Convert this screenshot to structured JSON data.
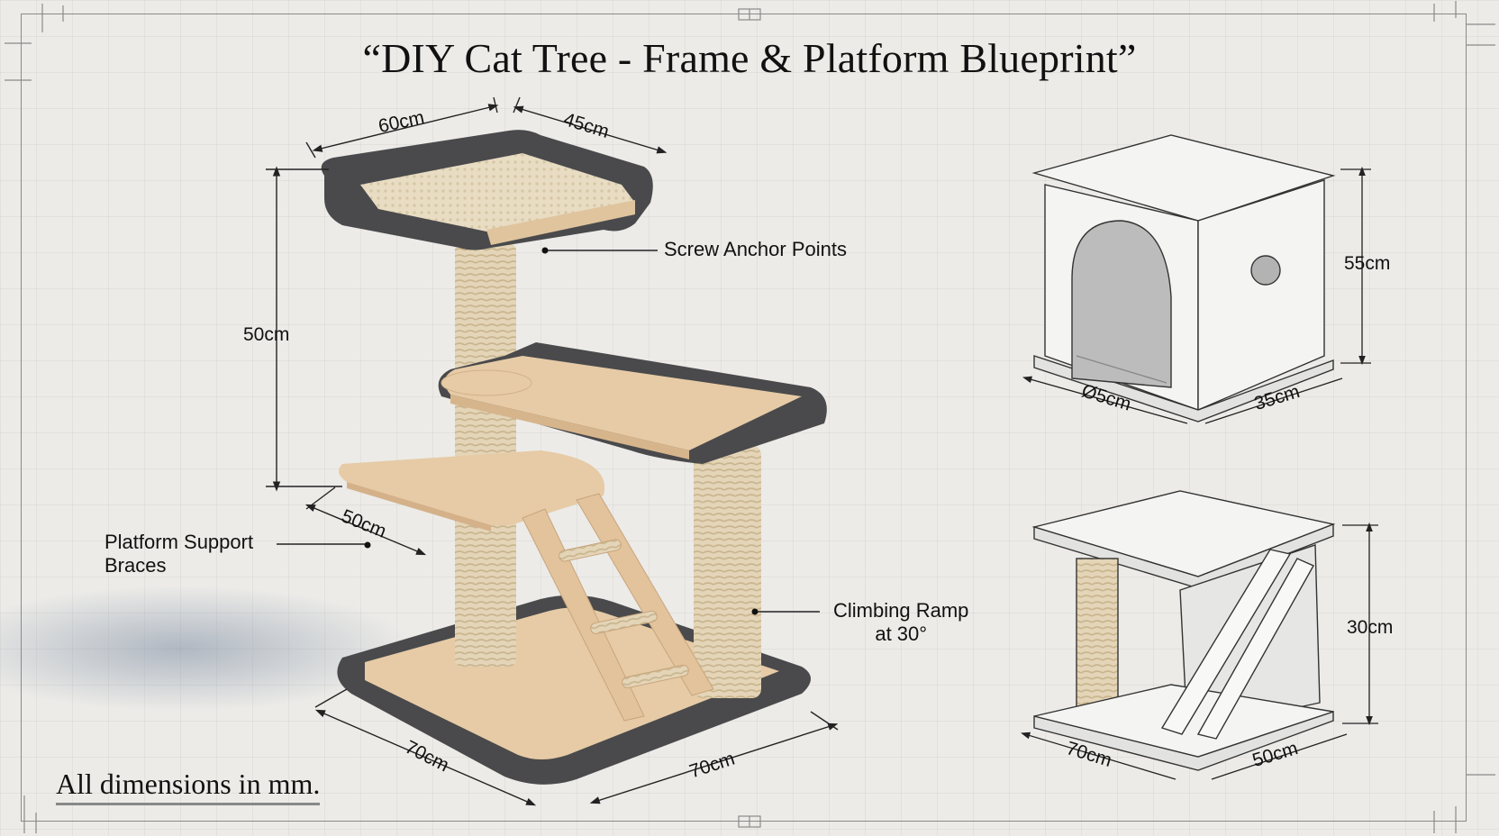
{
  "title": "“DIY Cat Tree - Frame & Platform Blueprint”",
  "main_render": {
    "dimensions": {
      "top_width": "60cm",
      "top_depth": "45cm",
      "height": "50cm",
      "mid_platform": "50cm",
      "base_left": "70cm",
      "base_right": "70cm"
    },
    "callouts": {
      "screw_anchor": "Screw Anchor Points",
      "support_braces_line1": "Platform Support",
      "support_braces_line2": "Braces",
      "ramp_line1": "Climbing Ramp",
      "ramp_line2": "at 30°"
    }
  },
  "condo_sketch": {
    "width": "Ø5cm",
    "depth": "35cm",
    "height": "55cm"
  },
  "ramp_sketch": {
    "width": "70cm",
    "depth": "50cm",
    "height": "30cm"
  },
  "footer_note": "All dimensions in mm.",
  "colors": {
    "background": "#ecebe8",
    "wood": "#e6cba6",
    "rope": "#e4d5b8",
    "fleece": "#4a4a4c",
    "line": "#222222"
  }
}
